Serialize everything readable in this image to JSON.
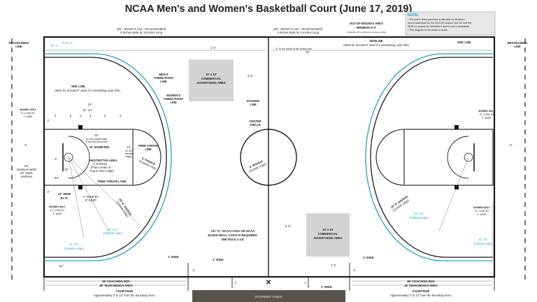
{
  "title": "NCAA Men's and Women's Basketball Court (June 17, 2019)",
  "note": {
    "heading": "NOTE:",
    "lines": [
      "• The men's three-point line is effective for Division I",
      "men's basketball for the 2019-20 season, but not until the",
      "2020-21 season for Divisions II and III men's basketball.",
      "• This diagram is not drawn to scale."
    ]
  },
  "colors": {
    "court_line": "#1a1a1a",
    "womens_three_point": "#1fa3c9",
    "advertising_area": "#d4d4d4",
    "scorers_table": "#5a524c"
  },
  "labels": {
    "restraining_line": [
      "RESTRAINING",
      "LINE"
    ],
    "womens_line_left": [
      "(28' - Women's Line - Recommended)",
      "2-Inches Wide by 2-Inches Long"
    ],
    "womens_line_right": [
      "(28' - Women's Line - Recommended)",
      "2-Inches Wide by 2-Inches Long"
    ],
    "dim_40": "40 ⅛\"",
    "dim_9": "9' 10 ⅛\"",
    "dim_4_6_top": "4' 6\"",
    "dim_4_6_bottom": "4' 6\"",
    "dim_6_6_top": "6' 6\"",
    "dim_6_6_bottom": "6' 6\"",
    "ad_area_top": [
      "10' x 10'",
      "COMMERCIAL",
      "ADVERTISING AREA"
    ],
    "ad_area_bottom": [
      "10' x 10'",
      "COMMERCIAL",
      "ADVERTISING AREA"
    ],
    "end_line_left": [
      "END LINE",
      "(Must be at least 8\" wide if a contrasting color belt)"
    ],
    "end_line_right": "END LINE",
    "mens_three_point": [
      "MEN'S",
      "THREE-POINT",
      "LINE"
    ],
    "womens_three_point": [
      "WOMEN'S",
      "THREE-POINT",
      "LINE"
    ],
    "division_line": [
      "DIVISION",
      "LINE"
    ],
    "center_circle": [
      "CENTER",
      "CIRCLE"
    ],
    "center_radius": [
      "6' RADIUS",
      "(Outside edge)"
    ],
    "out_of_bounds": [
      "OUT-OF-BOUNDS AREA",
      "MINIMUM of 3'",
      "Preferable 10' unobstructed space outside"
    ],
    "sideline": [
      "SIDELINE",
      "(Must be at least 8\" wide if a contrasting color belt)"
    ],
    "to_center": "47' to the center of the division line",
    "dim_94": "94'",
    "dim_19": "19'",
    "dim_18_10": "18' -10\"",
    "lane_spaces": [
      "4",
      "3",
      "1",
      "3",
      "3",
      "3"
    ],
    "dim_15": [
      "15'",
      "(to the outside edge",
      "of the free throw line)"
    ],
    "diameter_10": "10' DIAMETER",
    "dim_12": [
      "12'",
      "(to the",
      "outside",
      "edge)"
    ],
    "free_throw_line": [
      "FREE-THROW",
      "LINE"
    ],
    "ft_radius": [
      "6' RADIUS",
      "(Outside edge)"
    ],
    "restricted_area": [
      "RESTRICTED AREA",
      "4' RADIUS",
      "(From center of",
      "ring to inner edge)"
    ],
    "free_throw_lane": "FREE-THROW LANE",
    "dim_6": "6'",
    "dim_15_small": "15\"",
    "dim_63": "63\"",
    "dim_3_a": "3'",
    "dim_3_b": "3'",
    "width_50": [
      "50'",
      "Optimum width",
      "50' inside",
      "sidelines"
    ],
    "dim_6_side": "6'",
    "womens_only_1": [
      "WOMEN ONLY",
      "12\" LONG BY",
      "2\" WIDE"
    ],
    "womens_only_2": [
      "WOMEN ONLY",
      "12\" LONG BY",
      "2\" WIDE"
    ],
    "womens_only_3": [
      "WOMEN ONLY",
      "12\" LONG BY",
      "2\" WIDE"
    ],
    "womens_only_4": [
      "WOMEN ONLY",
      "12\" LONG BY",
      "2\" WIDE"
    ],
    "wide_12": [
      "12\" WIDE",
      "BY 8\""
    ],
    "wide_2_deep": [
      "2\" WIDE BY",
      "8\" DEEP"
    ],
    "radius_20_9_left": [
      "20' 9\" RADIUS",
      "(Outside edge)"
    ],
    "radius_20_9_right": [
      "20' 9\" RADIUS",
      "(Outside edge)"
    ],
    "dim_22_left": [
      "22' 1¾\"",
      "(Outside edge)"
    ],
    "dim_21_left": [
      "21' 7⅝\"",
      "(Outside edge)"
    ],
    "dim_22_right": [
      "22' 1¾\"",
      "(Outside edge)"
    ],
    "dim_21_right": [
      "21' 7⅝\"",
      "(Outside edge)"
    ],
    "dim_51": "51\"",
    "logo_note": [
      "AN \"X,\" NCAA LOGO OR NCAA",
      "BASKETBALL LOGO IS REQUIRED.",
      "SEE RULE 1-3.6."
    ],
    "wide_2_a": "2' WIDE",
    "wide_2_b": "2' WIDE",
    "wide_2_c": "2' WIDE",
    "wide_2_d": "2' WIDE",
    "dim_3_c": "3'",
    "dim_3_d": "3'",
    "dim_2_e": "2'",
    "dim_2_f": "2'",
    "coaching_box_left": "28' COACHING BOX",
    "bench_left": "28' TEAM BENCH AREA",
    "coaching_box_right": "38' COACHING BOX",
    "bench_right": "28' TEAM BENCH AREA",
    "courtside_left": [
      "COURTSIDE",
      "Approximately 3' to 12' from the boundary lines."
    ],
    "courtside_right": [
      "COURTSIDE",
      "Approximately 3' to 12' from the boundary lines."
    ],
    "scorers_table": "SCORERS' TABLE",
    "center_mark": "✕"
  }
}
